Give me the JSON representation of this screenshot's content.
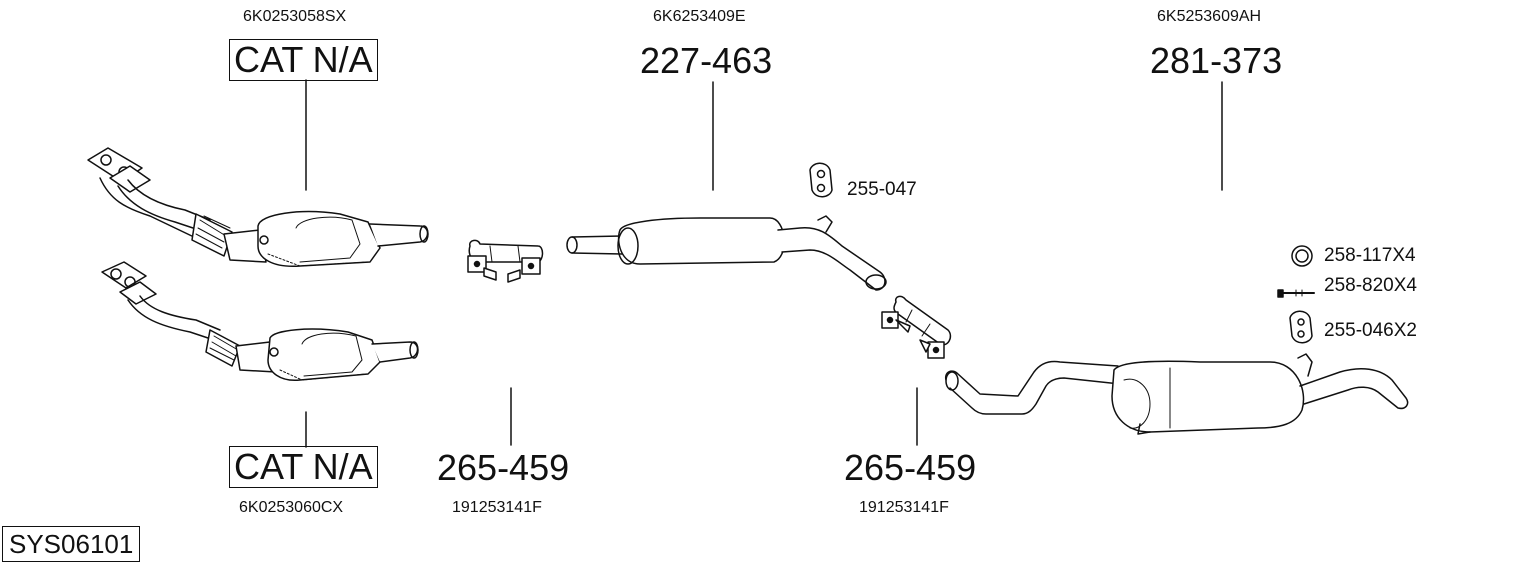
{
  "diagram_code": "SYS06101",
  "parts": {
    "cat_upper": {
      "oe_number": "6K0253058SX",
      "part_number": "CAT N/A"
    },
    "cat_lower": {
      "oe_number": "6K0253060CX",
      "part_number": "CAT N/A"
    },
    "clamp_1": {
      "oe_number": "191253141F",
      "part_number": "265-459"
    },
    "middle_silencer": {
      "oe_number": "6K6253409E",
      "part_number": "227-463"
    },
    "clamp_2": {
      "oe_number": "191253141F",
      "part_number": "265-459"
    },
    "rear_silencer": {
      "oe_number": "6K5253609AH",
      "part_number": "281-373"
    }
  },
  "accessories": [
    {
      "label": "255-047",
      "icon": "rubber-hanger-icon"
    },
    {
      "label": "258-117X4",
      "icon": "ring-seal-icon"
    },
    {
      "label": "258-820X4",
      "icon": "bolt-icon"
    },
    {
      "label": "255-046X2",
      "icon": "rubber-hanger-icon"
    }
  ]
}
